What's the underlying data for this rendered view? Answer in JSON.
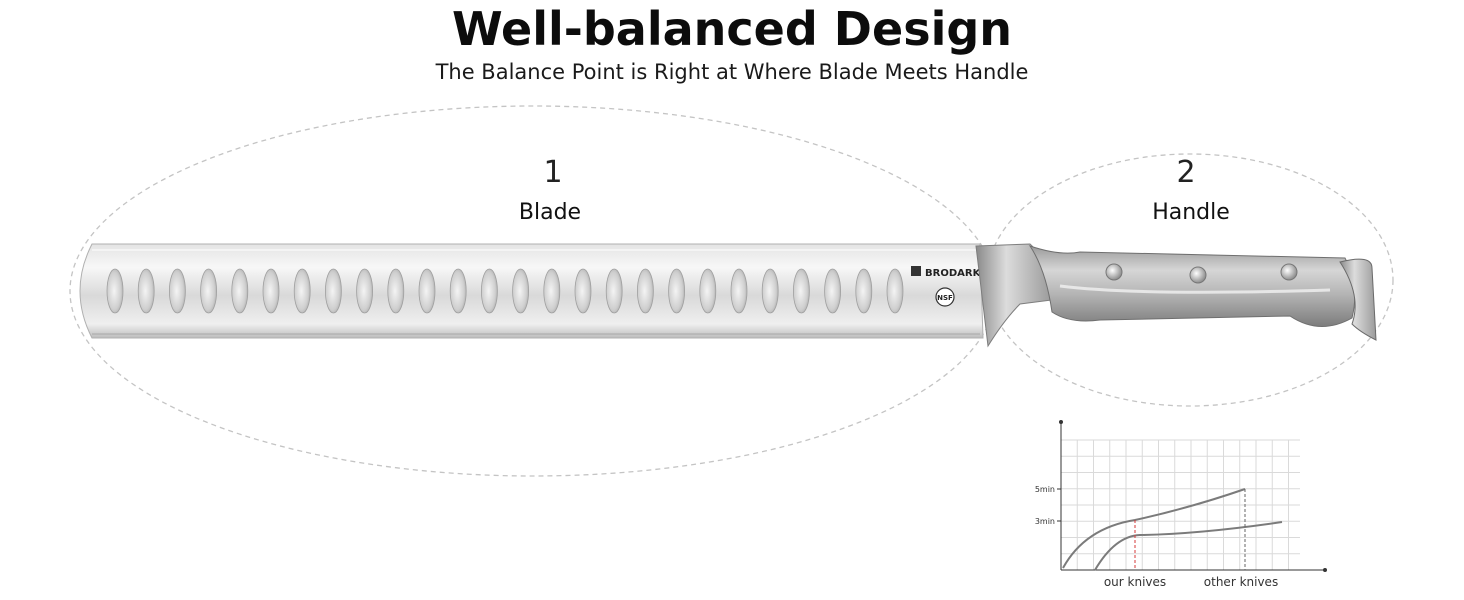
{
  "header": {
    "title": "Well-balanced Design",
    "subtitle": "The Balance Point is Right at Where Blade Meets Handle"
  },
  "zones": [
    {
      "number": "1",
      "label": "Blade"
    },
    {
      "number": "2",
      "label": "Handle"
    }
  ],
  "knife": {
    "brand": "BRODARK",
    "certification": "NSF",
    "hollow_count": 26
  },
  "chart_data": {
    "type": "line",
    "yticks": [
      "5min",
      "3min"
    ],
    "xlabels": [
      "our knives",
      "other knives"
    ],
    "grid": true
  }
}
